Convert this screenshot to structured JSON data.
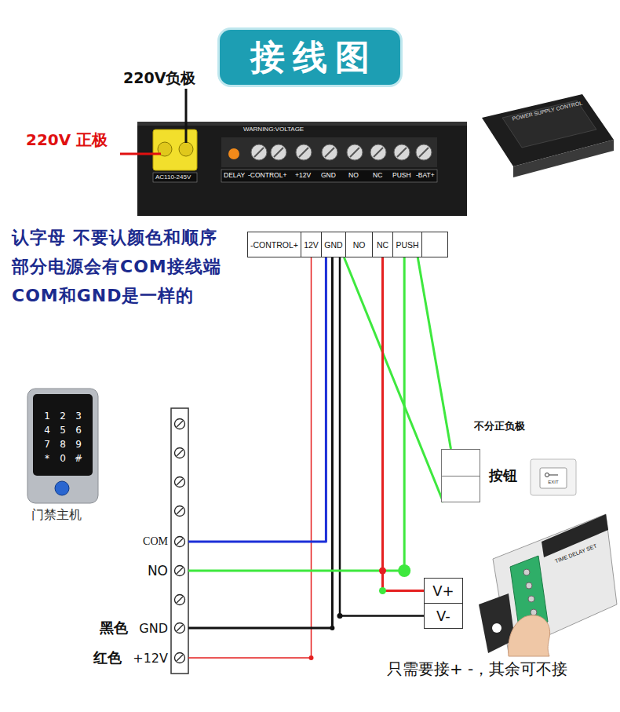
{
  "diagram": {
    "title": "接线图",
    "caption": "只需要接+ -，其余可不接",
    "nodes": [
      {
        "text": [
          "-CONTROL+"
        ]
      },
      {
        "text": [
          "12V"
        ]
      },
      {
        "text": [
          "GND"
        ]
      },
      {
        "text": [
          "NO"
        ]
      },
      {
        "text": [
          "NC"
        ]
      },
      {
        "text": [
          "PUSH"
        ]
      },
      {
        "text": [
          "按钮"
        ]
      },
      {
        "text": [
          "COM"
        ]
      },
      {
        "text": [
          "NO"
        ]
      },
      {
        "text": [
          "V+"
        ]
      },
      {
        "text": [
          "V-"
        ]
      },
      {
        "text": [
          "黑色",
          "GND"
        ]
      },
      {
        "text": [
          "红色",
          "+12V"
        ]
      }
    ],
    "edges": [
      {
        "from": 1,
        "to": 12,
        "arrow": "none"
      },
      {
        "from": 2,
        "to": 7,
        "arrow": "none"
      },
      {
        "from": 2,
        "to": 11,
        "arrow": "none"
      },
      {
        "from": 2,
        "to": 10,
        "arrow": "none"
      },
      {
        "from": 2,
        "to": 6,
        "arrow": "none"
      },
      {
        "from": 4,
        "to": 9,
        "arrow": "none"
      },
      {
        "from": 5,
        "to": 8,
        "arrow": "none"
      },
      {
        "from": 5,
        "to": 6,
        "arrow": "none"
      }
    ],
    "labels": [
      "220V负极",
      "220V 正极",
      "WARNING:VOLTAGE",
      "AC110-245V",
      "DELAY",
      "-CONTROL+",
      "+12V",
      "GND",
      "NO",
      "NC",
      "PUSH",
      "-BAT+",
      "POWER SUPPLY CONTROL",
      "认字母 不要认颜色和顺序",
      "部分电源会有COM接线端 COM和GND是一样的",
      "1",
      "2",
      "3",
      "4",
      "5",
      "6",
      "7",
      "8",
      "9",
      "*",
      "0",
      "#",
      "门禁主机",
      "不分正负极",
      "EXIT",
      "TIME DELAY SET"
    ]
  }
}
